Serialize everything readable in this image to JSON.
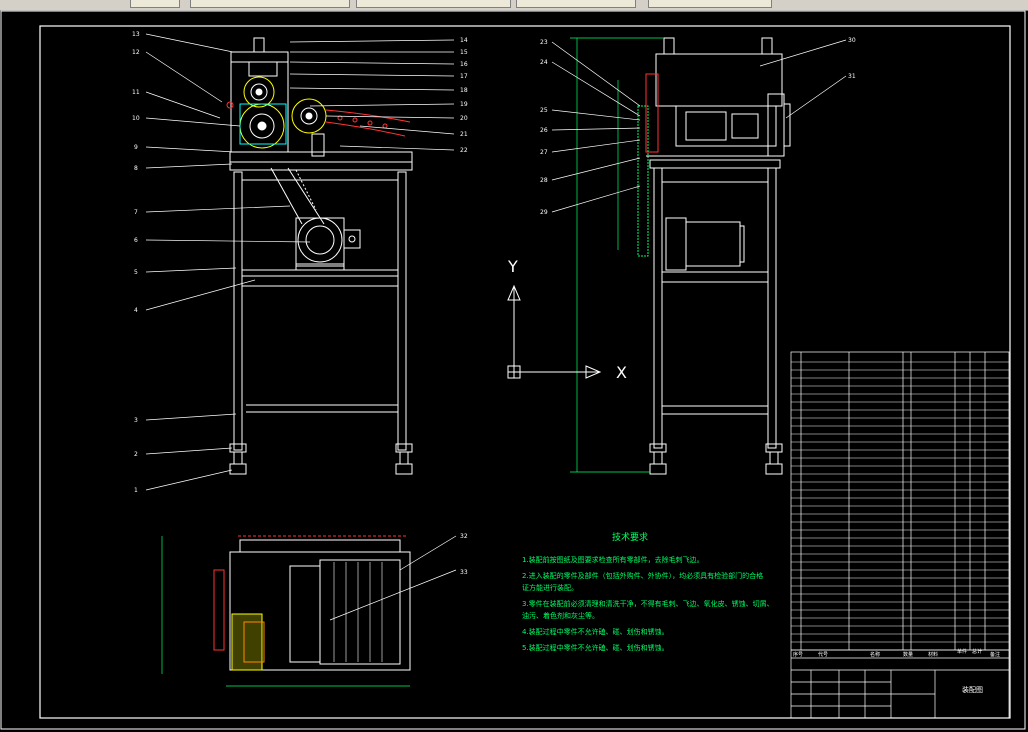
{
  "toolbar": {
    "fields": [
      "",
      "",
      "",
      "",
      ""
    ]
  },
  "drawing": {
    "x_axis_label": "X",
    "y_axis_label": "Y",
    "tech_title": "技术要求",
    "tech_lines": [
      "1.装配前按图纸及图要求检查所有零部件，去除毛刺飞边。",
      "2.进入装配的零件及部件（包括外购件、外协件），均必须具有检验部门的合格",
      "  证方能进行装配。",
      "3.零件在装配前必须清理和清洗干净，不得有毛刺、飞边、氧化皮、锈蚀、切屑、",
      "  油污、着色剂和灰尘等。",
      "4.装配过程中零件不允许磕、碰、划伤和锈蚀。",
      "5.装配过程中零件不允许磕、碰、划伤和锈蚀。"
    ],
    "part_numbers_left": [
      "13",
      "12",
      "11",
      "10",
      "9",
      "8",
      "7",
      "6",
      "5",
      "4",
      "3",
      "2",
      "1"
    ],
    "part_numbers_right_front": [
      "14",
      "15",
      "16",
      "17",
      "18",
      "19",
      "20",
      "21",
      "22"
    ],
    "part_numbers_side_left": [
      "23",
      "24",
      "25",
      "26",
      "27",
      "28",
      "29"
    ],
    "part_numbers_side_right": [
      "30",
      "31"
    ],
    "part_numbers_bottom": [
      "32",
      "33"
    ],
    "title_block": {
      "headers": [
        "序号",
        "代号",
        "名称",
        "数量",
        "材料",
        "单件",
        "总计",
        "备注"
      ],
      "drawing_name": "装配图"
    }
  }
}
